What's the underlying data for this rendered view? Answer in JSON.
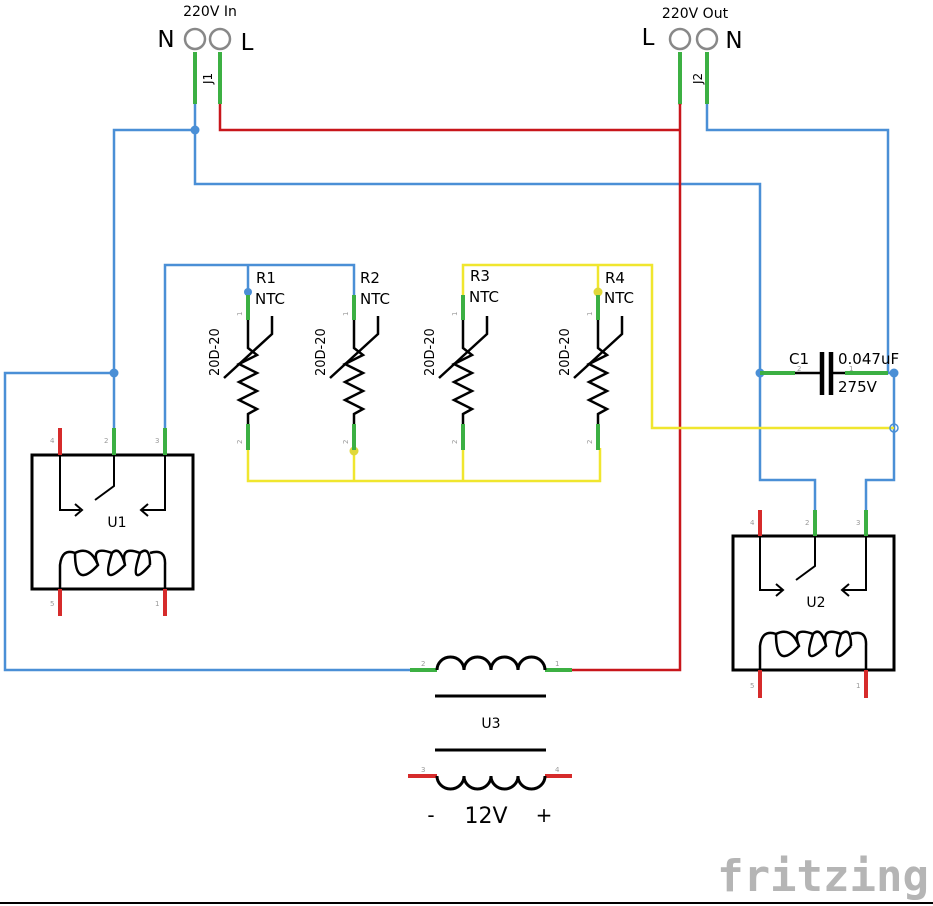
{
  "connectors": {
    "input": {
      "title": "220V In",
      "left_pin": "N",
      "right_pin": "L",
      "ref": "J1"
    },
    "output": {
      "title": "220V Out",
      "left_pin": "L",
      "right_pin": "N",
      "ref": "J2"
    }
  },
  "thermistors": [
    {
      "ref": "R1",
      "type": "NTC",
      "part": "20D-20"
    },
    {
      "ref": "R2",
      "type": "NTC",
      "part": "20D-20"
    },
    {
      "ref": "R3",
      "type": "NTC",
      "part": "20D-20"
    },
    {
      "ref": "R4",
      "type": "NTC",
      "part": "20D-20"
    }
  ],
  "capacitor": {
    "ref": "C1",
    "value": "0.047uF",
    "voltage": "275V"
  },
  "relays": [
    {
      "ref": "U1",
      "pins": {
        "p4": "4",
        "p2": "2",
        "p3": "3",
        "p5": "5",
        "p1": "1"
      }
    },
    {
      "ref": "U2",
      "pins": {
        "p4": "4",
        "p2": "2",
        "p3": "3",
        "p5": "5",
        "p1": "1"
      }
    }
  ],
  "transformer": {
    "ref": "U3",
    "supply": "12V",
    "minus": "-",
    "plus": "+",
    "pins": {
      "p1": "1",
      "p2": "2",
      "p3": "3",
      "p4": "4"
    }
  },
  "resistor_pins": {
    "top": "1",
    "bottom": "2"
  },
  "cap_pins": {
    "left": "2",
    "right": "1"
  },
  "watermark": "fritzing",
  "colors": {
    "neutral_wire": "#4a8fd6",
    "live_wire": "#c8161b",
    "ntc_wire": "#f0e62e",
    "pin_green": "#3cb043",
    "pin_red": "#d62b2b",
    "watermark": "#b5b5b5"
  }
}
